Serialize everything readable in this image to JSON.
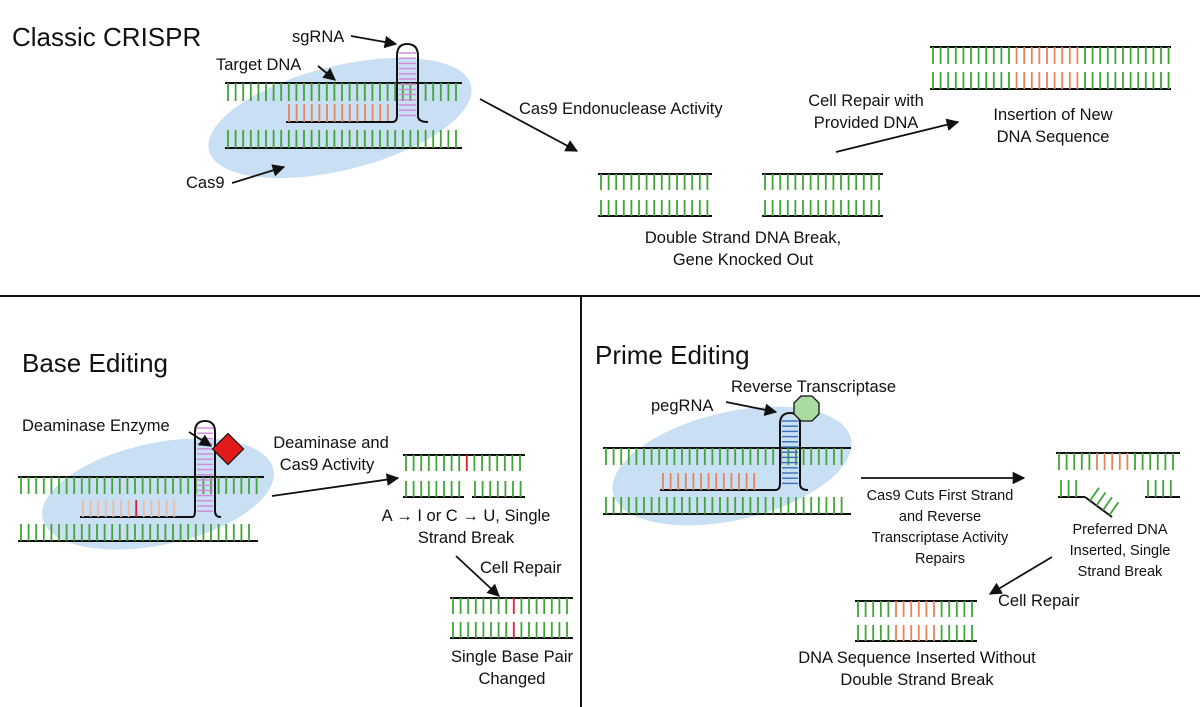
{
  "colors": {
    "dna": "#3fa535",
    "target": "#e8835a",
    "target_light": "#f2b8a0",
    "sgrna": "#d08ad8",
    "pegrna": "#3a6db5",
    "cas9": "#c9dff3",
    "deaminase": "#e11b1b",
    "reverse_transcriptase": "#a9dca0",
    "edit_mark": "#e0202a",
    "line": "#111111"
  },
  "classic": {
    "title": "Classic CRISPR",
    "sgrna_label": "sgRNA",
    "target_label": "Target DNA",
    "cas9_label": "Cas9",
    "step1": "Cas9 Endonuclease Activity",
    "result1_line1": "Double Strand DNA Break,",
    "result1_line2": "Gene Knocked Out",
    "step2_line1": "Cell Repair with",
    "step2_line2": "Provided DNA",
    "result2_line1": "Insertion of New",
    "result2_line2": "DNA Sequence"
  },
  "base": {
    "title": "Base Editing",
    "enzyme_label": "Deaminase Enzyme",
    "step1_line1": "Deaminase and",
    "step1_line2": "Cas9 Activity",
    "result1_line1": "A → I or C → U, Single",
    "result1_line2": "Strand Break",
    "step2": "Cell Repair",
    "result2_line1": "Single Base Pair",
    "result2_line2": "Changed"
  },
  "prime": {
    "title": "Prime Editing",
    "rt_label": "Reverse Transcriptase",
    "pegrna_label": "pegRNA",
    "step1_line1": "Cas9 Cuts First Strand",
    "step1_line2": "and Reverse",
    "step1_line3": "Transcriptase Activity",
    "step1_line4": "Repairs",
    "result1_line1": "Preferred DNA",
    "result1_line2": "Inserted, Single",
    "result1_line3": "Strand Break",
    "step2": "Cell Repair",
    "result2_line1": "DNA Sequence Inserted Without",
    "result2_line2": "Double Strand Break"
  }
}
